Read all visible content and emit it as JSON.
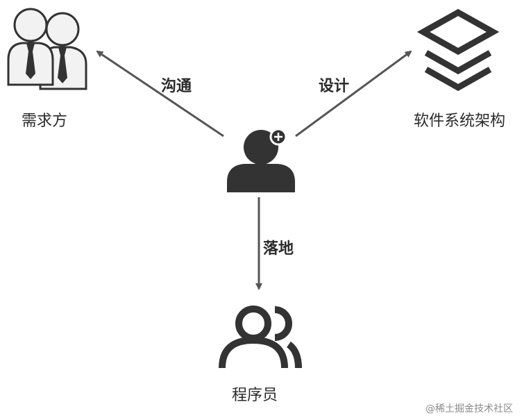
{
  "nodes": {
    "stakeholder": {
      "label": "需求方",
      "icon": "business-people-icon"
    },
    "architecture": {
      "label": "软件系统架构",
      "icon": "layers-stack-icon"
    },
    "architect": {
      "label": "",
      "icon": "user-add-icon"
    },
    "programmers": {
      "label": "程序员",
      "icon": "user-group-icon"
    }
  },
  "edges": {
    "communicate": "沟通",
    "design": "设计",
    "implement": "落地"
  },
  "watermark": "@稀土掘金技术社区",
  "colors": {
    "icon": "#333333",
    "arrow": "#555555",
    "icon_light": "#f2f2f2"
  }
}
